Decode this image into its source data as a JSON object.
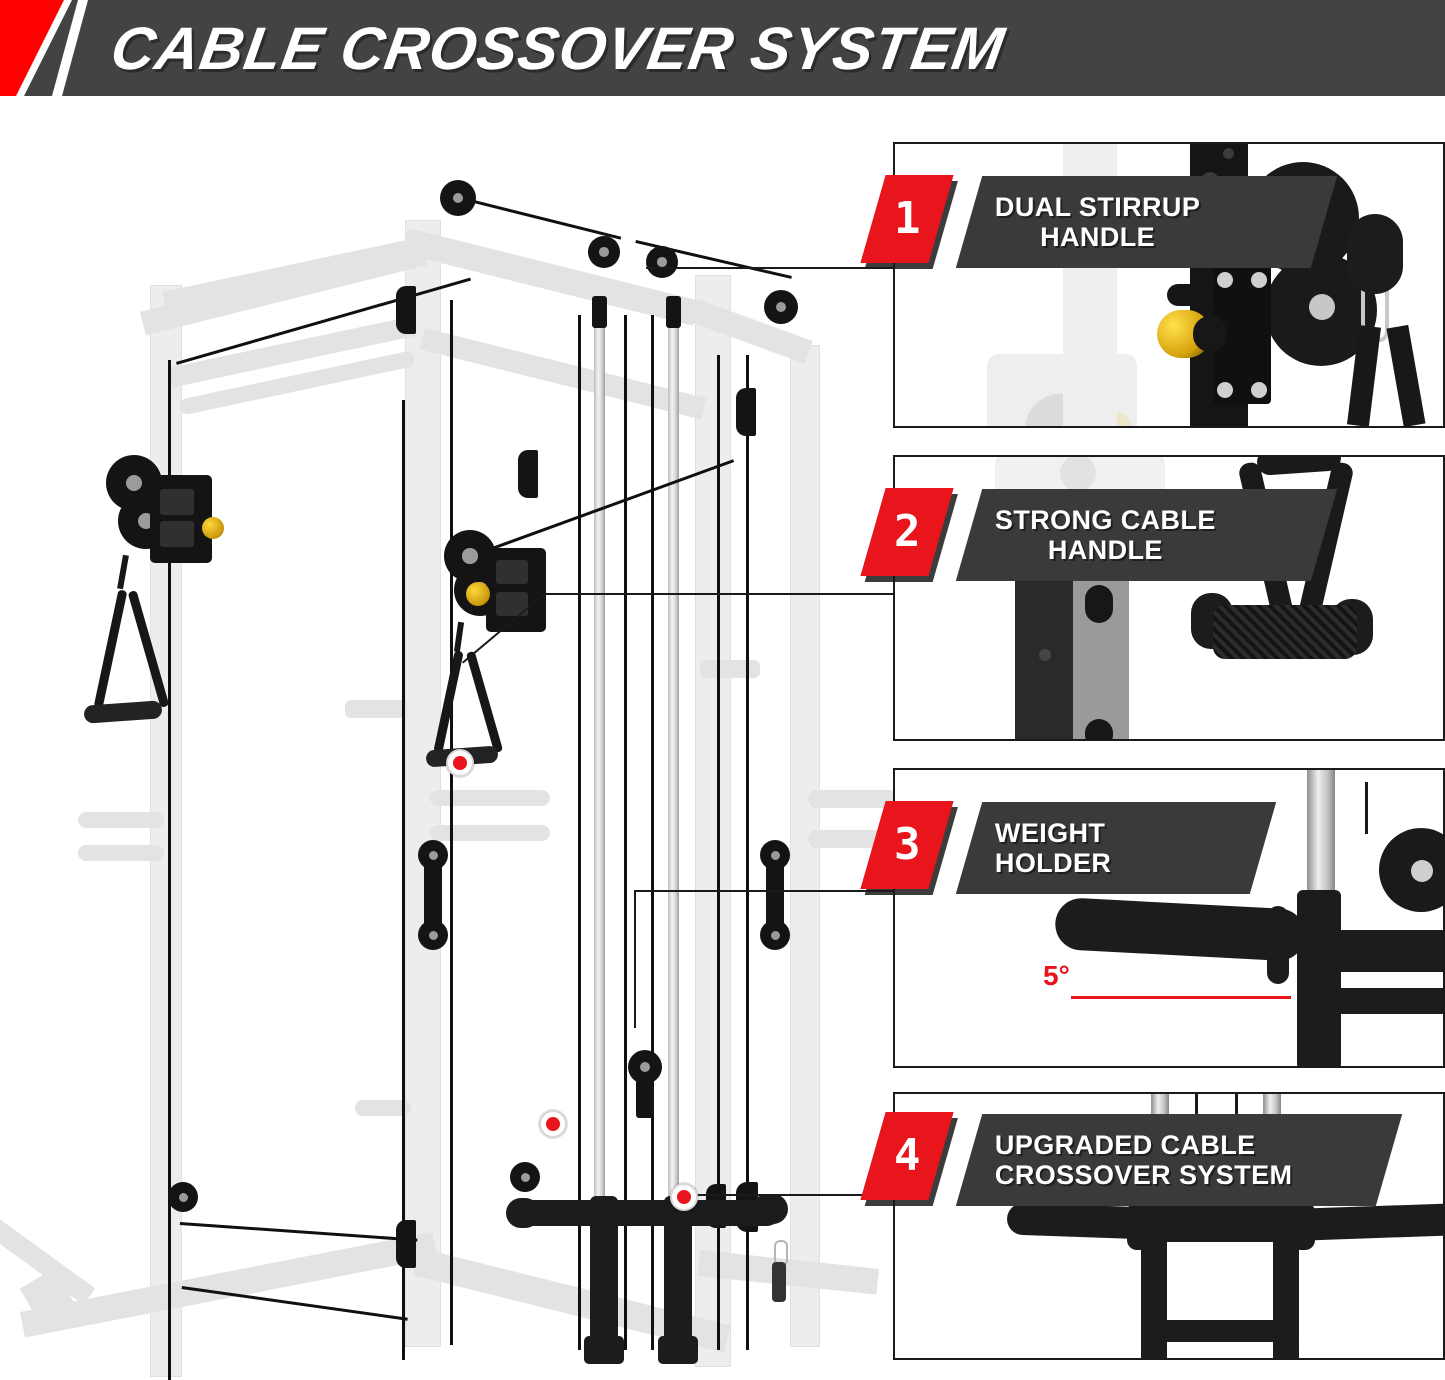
{
  "header": {
    "title": "CABLE CROSSOVER SYSTEM",
    "bg_color": "#434343",
    "accent_color": "#FF0000",
    "text_color": "#FFFFFF"
  },
  "theme": {
    "red": "#E8161C",
    "dark_gray": "#3A3A3A",
    "outline": "#1A1A1A",
    "ghost_gray": "#EDEDED",
    "white": "#FFFFFF"
  },
  "panels": [
    {
      "number": "1",
      "title_line1": "DUAL STIRRUP",
      "title_line2": "HANDLE",
      "photo_alt": "dual-pulley-stirrup-handle-assembly"
    },
    {
      "number": "2",
      "title_line1": "STRONG CABLE",
      "title_line2": "HANDLE",
      "photo_alt": "triangle-cable-handle-with-knurled-grip"
    },
    {
      "number": "3",
      "title_line1": "WEIGHT",
      "title_line2": "HOLDER",
      "photo_alt": "weight-holder-post-angled-five-degrees",
      "annotation": "5°",
      "annotation_color": "#E8161C"
    },
    {
      "number": "4",
      "title_line1": "UPGRADED CABLE",
      "title_line2": "CROSSOVER SYSTEM",
      "photo_alt": "cable-crossover-lower-weight-holder-frame"
    }
  ],
  "diagram": {
    "alt": "power-rack-cable-crossover-exploded-illustration",
    "callout_markers": 4
  }
}
